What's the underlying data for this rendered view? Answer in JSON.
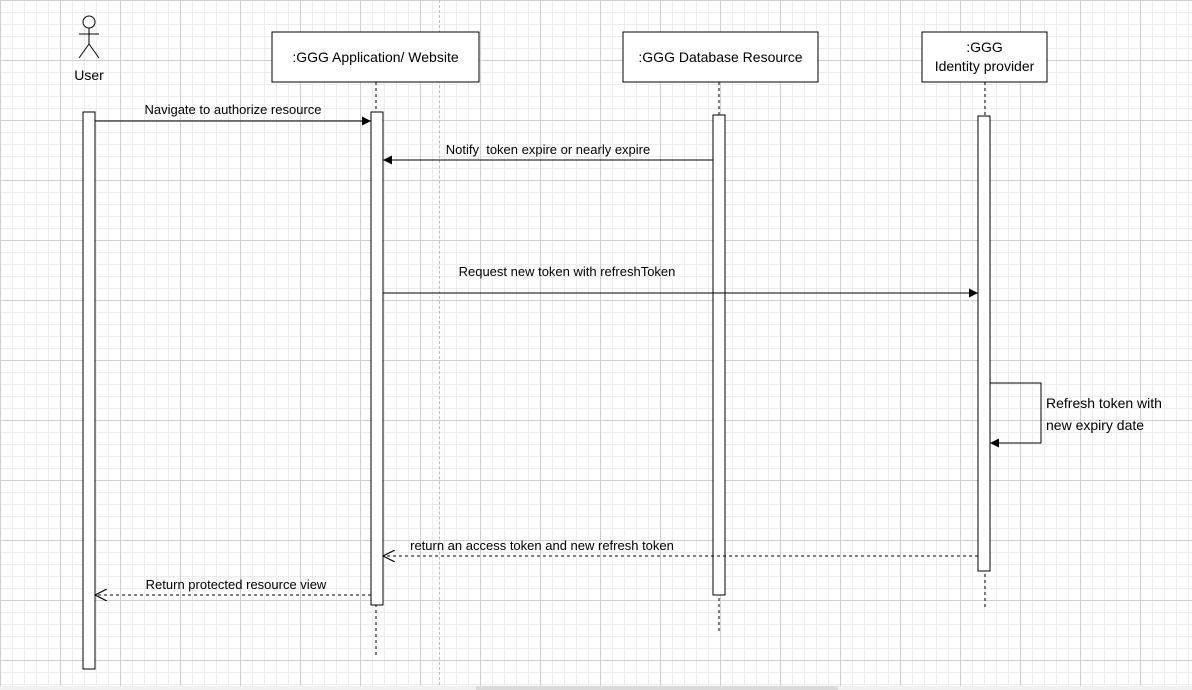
{
  "participants": {
    "user": {
      "label": "User"
    },
    "app": {
      "label": ":GGG Application/ Website"
    },
    "db": {
      "label": ":GGG Database Resource"
    },
    "idp": {
      "label_line1": ":GGG",
      "label_line2": "Identity provider"
    }
  },
  "messages": {
    "m1": {
      "label": "Navigate to authorize resource",
      "style": "solid"
    },
    "m2": {
      "label": "Notify  token expire or nearly expire",
      "style": "solid"
    },
    "m3": {
      "label": "Request new token with refreshToken",
      "style": "solid"
    },
    "m4": {
      "label_line1": "Refresh token with",
      "label_line2": "new expiry date",
      "style": "self-call"
    },
    "m5": {
      "label": "return an access token and new refresh token",
      "style": "dashed-return"
    },
    "m6": {
      "label": "Return protected resource view",
      "style": "dashed-return"
    }
  },
  "colors": {
    "stroke": "#000000",
    "grid_major": "#cfcfcf",
    "grid_minor": "#ececec",
    "background": "#ffffff"
  }
}
